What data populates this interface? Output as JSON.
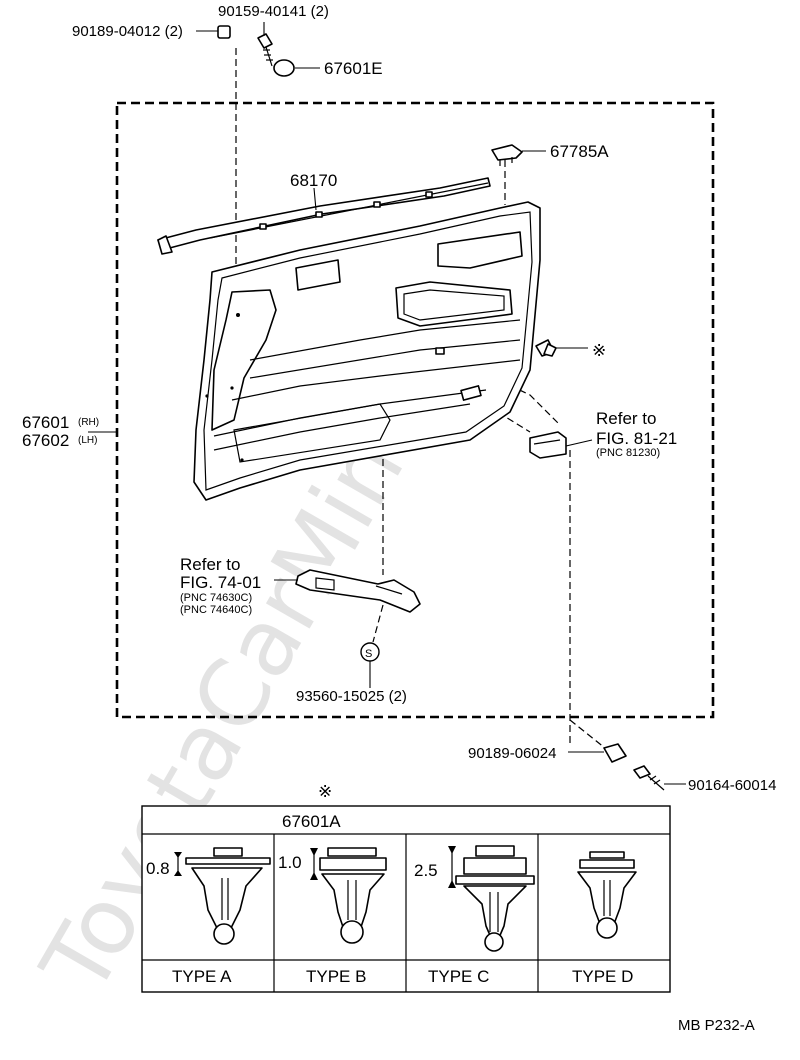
{
  "watermark": "ToyotaCarMine.ru",
  "labels": {
    "bolt_top": "90159-40141 (2)",
    "clip_top": "90189-04012 (2)",
    "cap": "67601E",
    "garnish": "68170",
    "bracket": "67785A",
    "clip_mark": "※",
    "panel_rh": "67601",
    "panel_rh_suffix": "(RH)",
    "panel_lh": "67602",
    "panel_lh_suffix": "(LH)",
    "switch_ref_1": "Refer to",
    "switch_ref_2": "FIG. 81-21",
    "switch_pnc": "(PNC 81230)",
    "handle_ref_1": "Refer to",
    "handle_ref_2": "FIG. 74-01",
    "handle_pnc_1": "(PNC 74630C)",
    "handle_pnc_2": "(PNC 74640C)",
    "screw_mark": "S",
    "screw": "93560-15025 (2)",
    "clip_bottom": "90189-06024",
    "screw_bottom": "90164-60014"
  },
  "table": {
    "mark": "※",
    "part_no": "67601A",
    "types": [
      "TYPE  A",
      "TYPE  B",
      "TYPE  C",
      "TYPE  D"
    ],
    "dims": [
      "0.8",
      "1.0",
      "2.5"
    ]
  },
  "footer": "MB  P232-A"
}
